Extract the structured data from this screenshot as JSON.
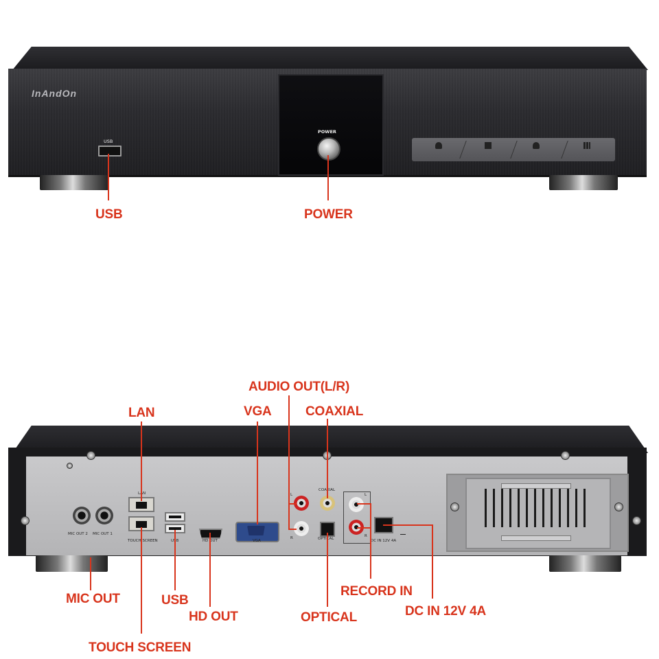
{
  "front": {
    "brand": "InAndOn",
    "usb_port_label": "USB",
    "power_label": "POWER",
    "touch_panel": {
      "icons": [
        "mic-icon",
        "image-icon",
        "person-icon",
        "chart-icon"
      ]
    }
  },
  "front_callouts": {
    "usb": "USB",
    "power": "POWER"
  },
  "rear": {
    "port_labels": {
      "lan": "LAN",
      "touch_screen": "TOUCH SCREEN",
      "mic_out_2": "MIC OUT 2",
      "mic_out_1": "MIC OUT 1",
      "usb": "USB",
      "hd_out": "HD OUT",
      "vga": "VGA",
      "coaxial": "COAXIAL",
      "optical": "OPTICAL",
      "audio_l": "L",
      "audio_r": "R",
      "rec_l": "L",
      "rec_r": "R",
      "dc_in": "DC IN 12V 4A"
    }
  },
  "rear_callouts": {
    "audio_out": "AUDIO OUT(L/R)",
    "lan": "LAN",
    "vga": "VGA",
    "coaxial": "COAXIAL",
    "mic_out": "MIC OUT",
    "usb": "USB",
    "hd_out": "HD OUT",
    "record_in": "RECORD IN",
    "dc_in": "DC IN 12V 4A",
    "optical": "OPTICAL",
    "touch_screen": "TOUCH SCREEN"
  },
  "colors": {
    "callout": "#d8341c",
    "chassis": "#2b2b2f",
    "rear_panel": "#c0c0c2"
  }
}
